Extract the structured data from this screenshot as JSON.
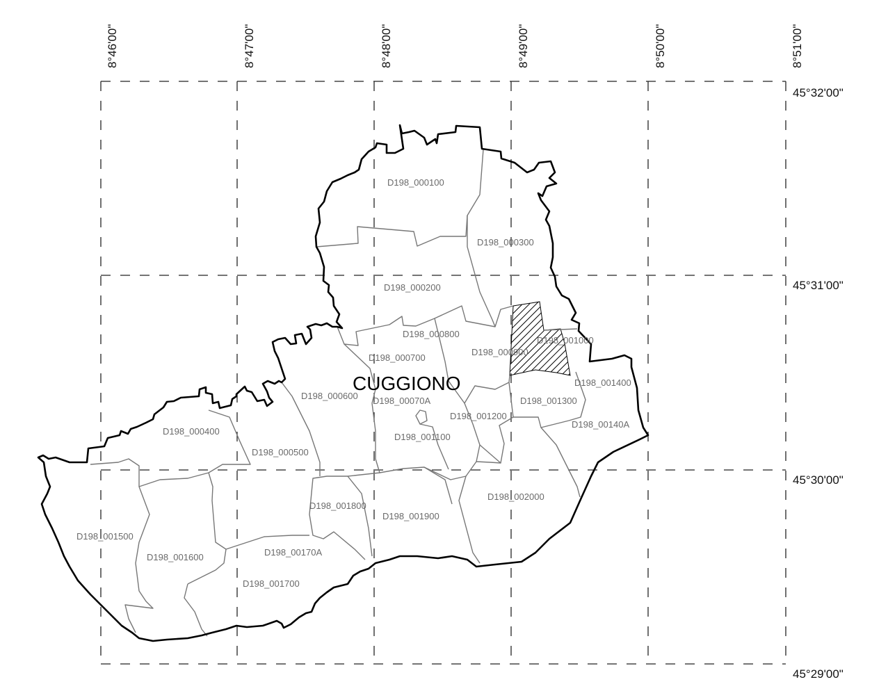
{
  "map": {
    "town_name": "CUGGIONO",
    "highlighted_zone": "D198_001000",
    "longitude_labels": [
      "8°46'00\"",
      "8°47'00\"",
      "8°48'00\"",
      "8°49'00\"",
      "8°50'00\"",
      "8°51'00\""
    ],
    "latitude_labels": [
      "45°32'00\"",
      "45°31'00\"",
      "45°30'00\"",
      "45°29'00\""
    ],
    "zones": [
      "D198_000100",
      "D198_000300",
      "D198_000200",
      "D198_000800",
      "D198_000900",
      "D198_001000",
      "D198_000700",
      "D198_001400",
      "D198_000600",
      "D198_00070A",
      "D198_001300",
      "D198_001200",
      "D198_00140A",
      "D198_000400",
      "D198_000500",
      "D198_001100",
      "D198_002000",
      "D198_001800",
      "D198_001900",
      "D198_001500",
      "D198_001600",
      "D198_00170A",
      "D198_001700"
    ]
  }
}
